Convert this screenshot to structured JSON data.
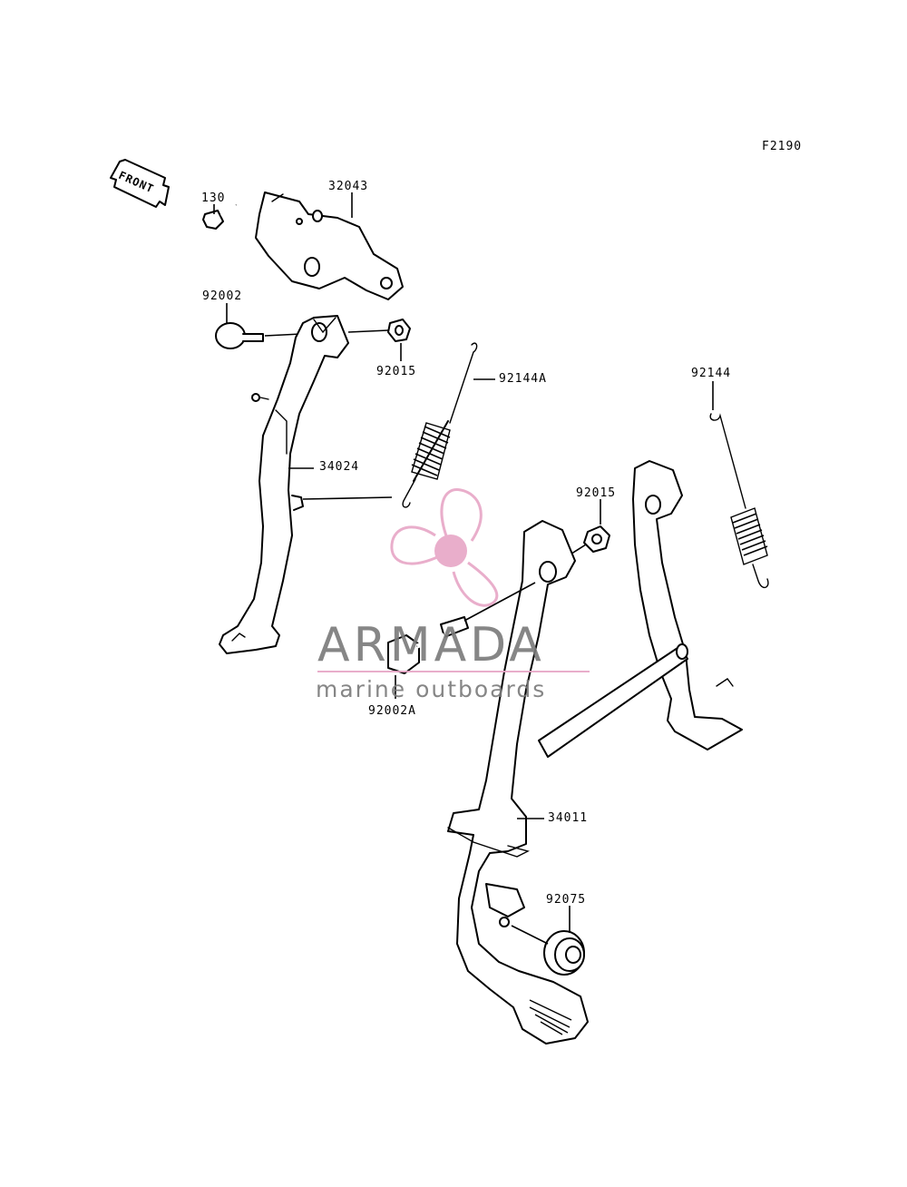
{
  "diagram_code": "F2190",
  "front_label": "FRONT",
  "parts": [
    {
      "id": "p130",
      "number": "130"
    },
    {
      "id": "p32043",
      "number": "32043"
    },
    {
      "id": "p92002",
      "number": "92002"
    },
    {
      "id": "p92015a",
      "number": "92015"
    },
    {
      "id": "p92144A",
      "number": "92144A"
    },
    {
      "id": "p92144",
      "number": "92144"
    },
    {
      "id": "p34024",
      "number": "34024"
    },
    {
      "id": "p92015b",
      "number": "92015"
    },
    {
      "id": "p92002A",
      "number": "92002A"
    },
    {
      "id": "p34011",
      "number": "34011"
    },
    {
      "id": "p92075",
      "number": "92075"
    }
  ],
  "watermark": {
    "brand": "ARMADA",
    "tagline": "marine outboards",
    "brand_color": "#7a7a7a",
    "accent_color": "#e7a6c6"
  }
}
